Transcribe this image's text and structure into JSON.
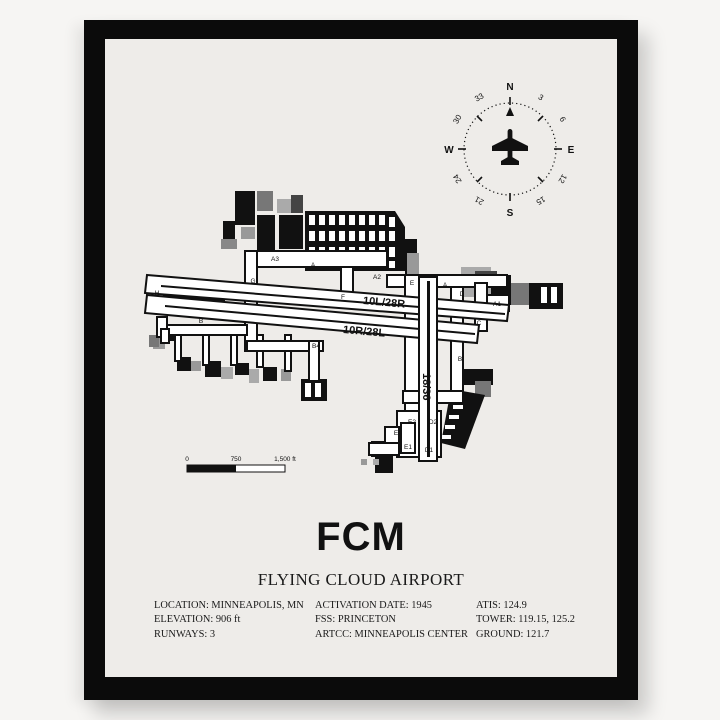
{
  "poster": {
    "code": "FCM",
    "name": "FLYING CLOUD AIRPORT",
    "info": {
      "col1": [
        "LOCATION: MINNEAPOLIS, MN",
        "ELEVATION: 906 ft",
        "RUNWAYS: 3"
      ],
      "col2": [
        "ACTIVATION DATE: 1945",
        "FSS: PRINCETON",
        "ARTCC: MINNEAPOLIS CENTER"
      ],
      "col3": [
        "ATIS: 124.9",
        "TOWER: 119.15, 125.2",
        "GROUND: 121.7"
      ]
    }
  },
  "compass": {
    "cardinals": {
      "n": "N",
      "e": "E",
      "s": "S",
      "w": "W"
    },
    "ticks": [
      "3",
      "6",
      "12",
      "15",
      "21",
      "24",
      "30",
      "33"
    ]
  },
  "map": {
    "runways": [
      "10L/28R",
      "10R/28L",
      "18/36"
    ],
    "taxiways": [
      "A3",
      "A",
      "A2",
      "E",
      "A",
      "D",
      "A1",
      "H",
      "G",
      "F",
      "C",
      "B",
      "B4",
      "B",
      "E2",
      "D2",
      "E",
      "E1",
      "D1"
    ]
  },
  "scale": {
    "labels": [
      "0",
      "750",
      "1,500 ft"
    ]
  }
}
